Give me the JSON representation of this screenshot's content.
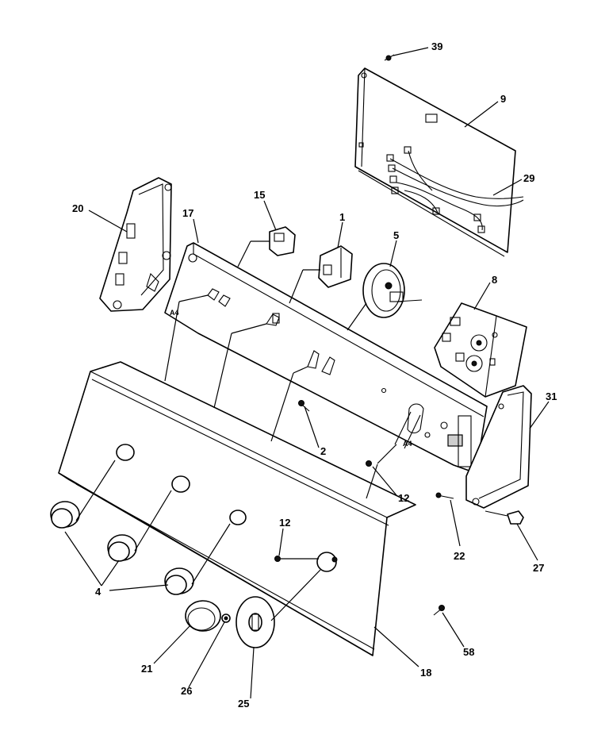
{
  "callouts": {
    "c39": "39",
    "c9": "9",
    "c29": "29",
    "c20": "20",
    "c17": "17",
    "c15": "15",
    "c1": "1",
    "c5": "5",
    "c8": "8",
    "c31": "31",
    "c2": "2",
    "c12a": "12",
    "c12b": "12",
    "c22": "22",
    "c27": "27",
    "c4": "4",
    "c21": "21",
    "c26": "26",
    "c25": "25",
    "c18": "18",
    "c58": "58"
  }
}
